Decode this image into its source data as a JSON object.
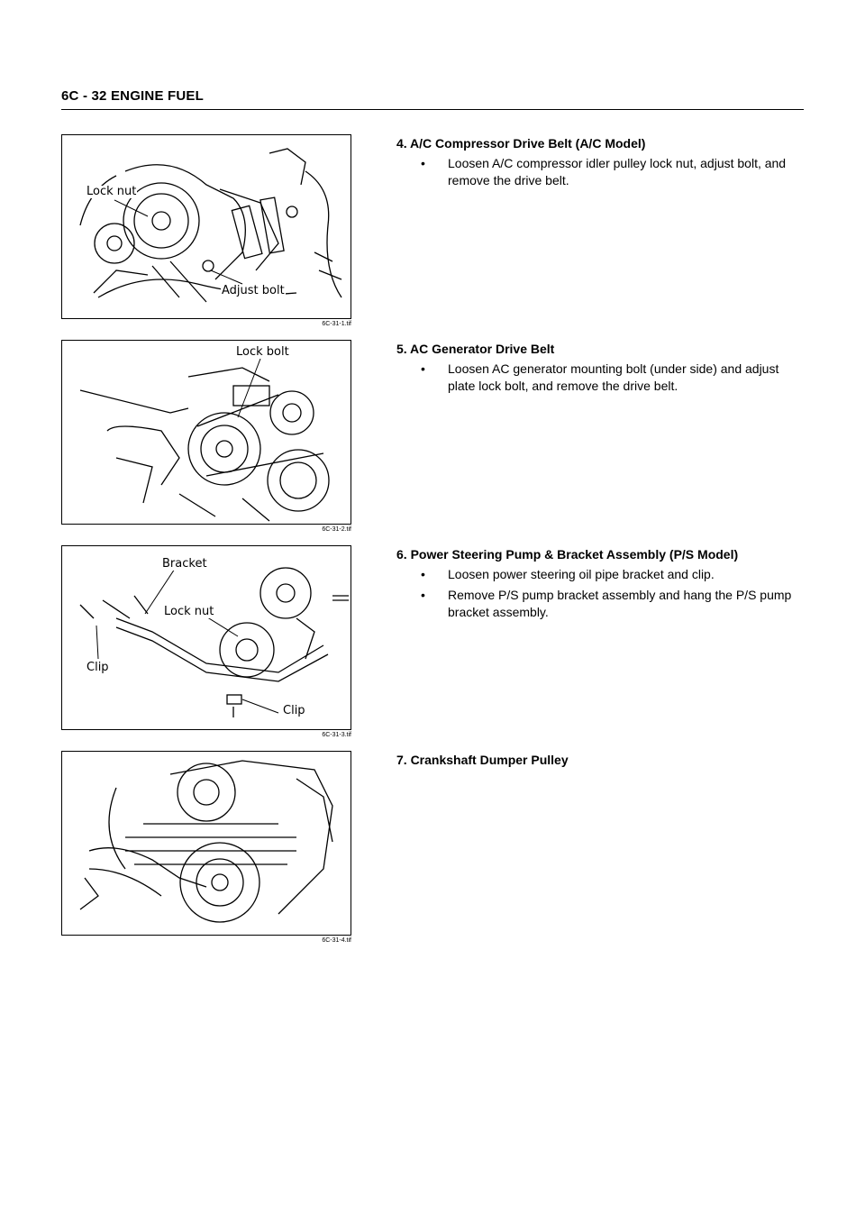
{
  "header": {
    "title": "6C - 32  ENGINE FUEL"
  },
  "figures": [
    {
      "caption": "6C-31-1.tif",
      "labels": [
        "Lock nut",
        "Adjust bolt"
      ]
    },
    {
      "caption": "6C-31-2.tif",
      "labels": [
        "Lock bolt"
      ]
    },
    {
      "caption": "6C-31-3.tif",
      "labels": [
        "Bracket",
        "Lock nut",
        "Clip",
        "Clip"
      ]
    },
    {
      "caption": "6C-31-4.tif",
      "labels": []
    }
  ],
  "steps": [
    {
      "title": "4.  A/C Compressor Drive Belt (A/C Model)",
      "bullets": [
        "Loosen A/C compressor idler pulley lock nut, adjust bolt, and remove the drive belt."
      ]
    },
    {
      "title": "5.  AC Generator Drive Belt",
      "bullets": [
        "Loosen AC generator mounting bolt (under side) and adjust plate lock bolt, and remove the drive belt."
      ]
    },
    {
      "title": "6.  Power Steering Pump & Bracket Assembly (P/S Model)",
      "bullets": [
        "Loosen power steering oil pipe bracket and clip.",
        "Remove P/S pump bracket assembly and hang the P/S pump bracket assembly."
      ]
    },
    {
      "title": "7.  Crankshaft Dumper Pulley",
      "bullets": []
    }
  ],
  "bullet_symbol": "•"
}
